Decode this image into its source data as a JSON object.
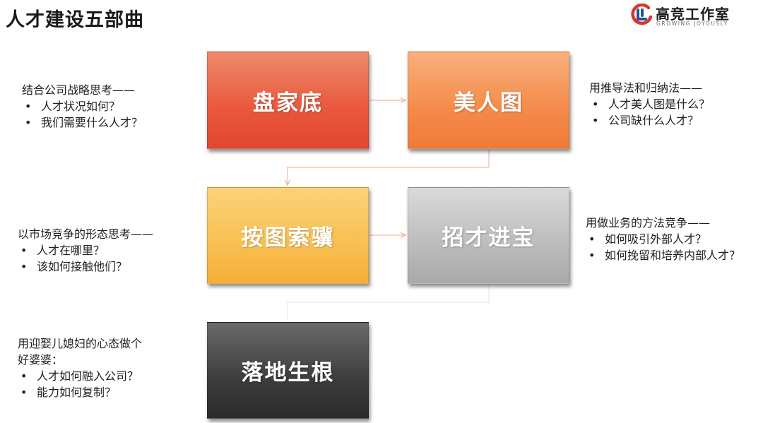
{
  "page": {
    "title": "人才建设五部曲",
    "logo": {
      "name": "高竞工作室",
      "tagline": "GROWING JOYOUSLY"
    }
  },
  "steps": [
    {
      "label": "盘家底",
      "color": "#e9573c"
    },
    {
      "label": "美人图",
      "color": "#f58a4a"
    },
    {
      "label": "按图索骥",
      "color": "#f9bf52"
    },
    {
      "label": "招才进宝",
      "color": "#bcbcbc"
    },
    {
      "label": "落地生根",
      "color": "#3c3c3c"
    }
  ],
  "connector_color": "#f2b89e",
  "notes": [
    {
      "heading": "结合公司战略思考——",
      "bullets": [
        "人才状况如何？",
        "我们需要什么人才？"
      ]
    },
    {
      "heading": "用推导法和归纳法——",
      "bullets": [
        "人才美人图是什么？",
        "公司缺什么人才？"
      ]
    },
    {
      "heading": "以市场竞争的形态思考——",
      "bullets": [
        "人才在哪里？",
        "该如何接触他们？"
      ]
    },
    {
      "heading": "用做业务的方法竞争——",
      "bullets": [
        "如何吸引外部人才？",
        "如何挽留和培养内部人才？"
      ]
    },
    {
      "heading_lines": [
        "用迎娶儿媳妇的心态做个",
        "好婆婆："
      ],
      "bullets": [
        "人才如何融入公司？",
        "能力如何复制？"
      ]
    }
  ]
}
